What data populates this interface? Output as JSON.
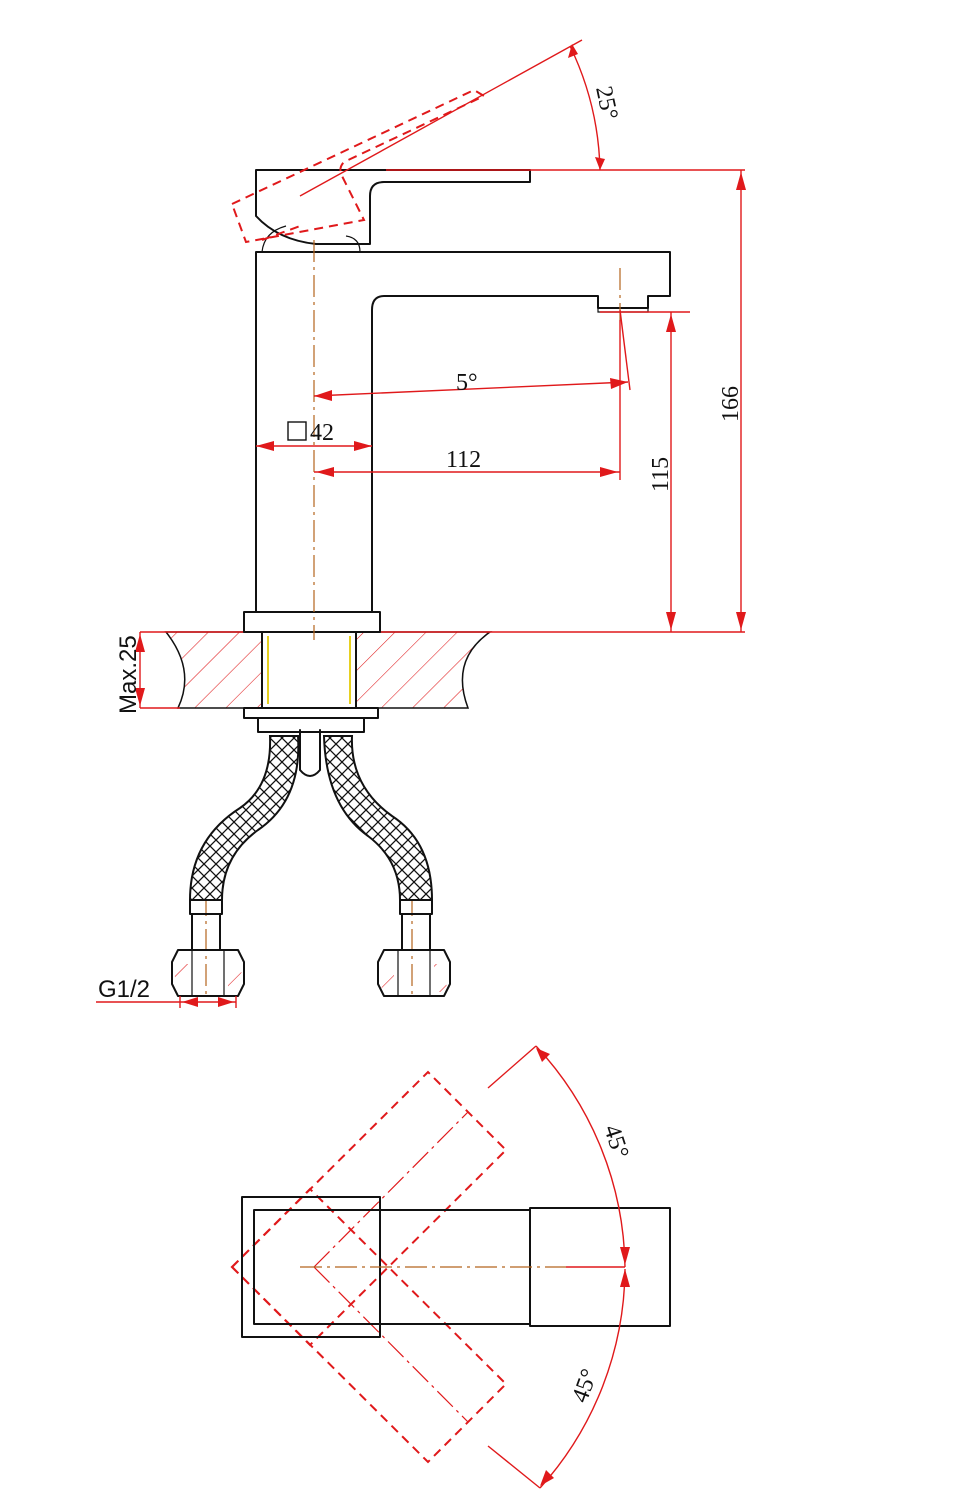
{
  "dimensions": {
    "lever_angle": "25°",
    "spout_angle": "5°",
    "body_square": "42",
    "spout_reach": "112",
    "spout_height": "115",
    "total_height": "166",
    "max_deck": "Max.25",
    "thread": "G1/2",
    "rotation_top": "45°",
    "rotation_bottom": "45°"
  },
  "colors": {
    "outline": "#111111",
    "dimension": "#e0191b",
    "centerline": "#b5651d"
  }
}
